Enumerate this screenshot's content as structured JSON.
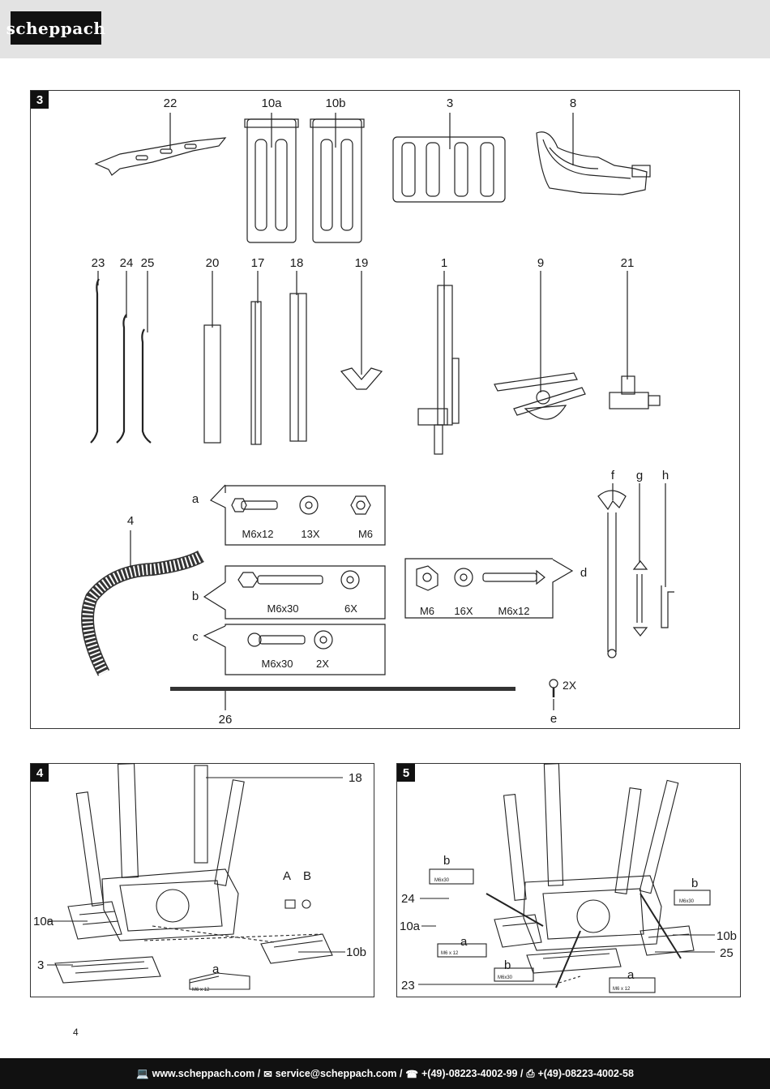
{
  "brand": "scheppach",
  "page_number": "4",
  "figure3": {
    "number": "3",
    "labels": {
      "p22": "22",
      "p10a": "10a",
      "p10b": "10b",
      "p3": "3",
      "p8": "8",
      "p23": "23",
      "p24": "24",
      "p25": "25",
      "p20": "20",
      "p17": "17",
      "p18": "18",
      "p19": "19",
      "p1": "1",
      "p9": "9",
      "p21": "21",
      "p4": "4",
      "f": "f",
      "g": "g",
      "h": "h",
      "a": "a",
      "b": "b",
      "c": "c",
      "d": "d",
      "p26": "26",
      "e": "e"
    },
    "kit_a": {
      "bolt": "M6x12",
      "washer": "13X",
      "nut": "M6"
    },
    "kit_b": {
      "bolt": "M6x30",
      "washer": "6X"
    },
    "kit_c": {
      "bolt": "M6x30",
      "washer": "2X"
    },
    "kit_d": {
      "nut": "M6",
      "washer": "16X",
      "bolt": "M6x12"
    },
    "screw_e_qty": "2X"
  },
  "figure4": {
    "number": "4",
    "labels": {
      "p18": "18",
      "A": "A",
      "B": "B",
      "p10a": "10a",
      "p10b": "10b",
      "p3": "3",
      "a": "a"
    },
    "tag_a": "M6 x 12"
  },
  "figure5": {
    "number": "5",
    "labels": {
      "b_top": "b",
      "b_right": "b",
      "p24": "24",
      "p10a": "10a",
      "a_left": "a",
      "b_bottom": "b",
      "p10b": "10b",
      "p25": "25",
      "p23": "23",
      "a_bottom": "a"
    },
    "tag_b": "M6x30",
    "tag_a": "M6 x 12"
  },
  "footer": {
    "web": "www.scheppach.com /",
    "email": "service@scheppach.com /",
    "phone": "+(49)-08223-4002-99 /",
    "fax": "+(49)-08223-4002-58"
  }
}
